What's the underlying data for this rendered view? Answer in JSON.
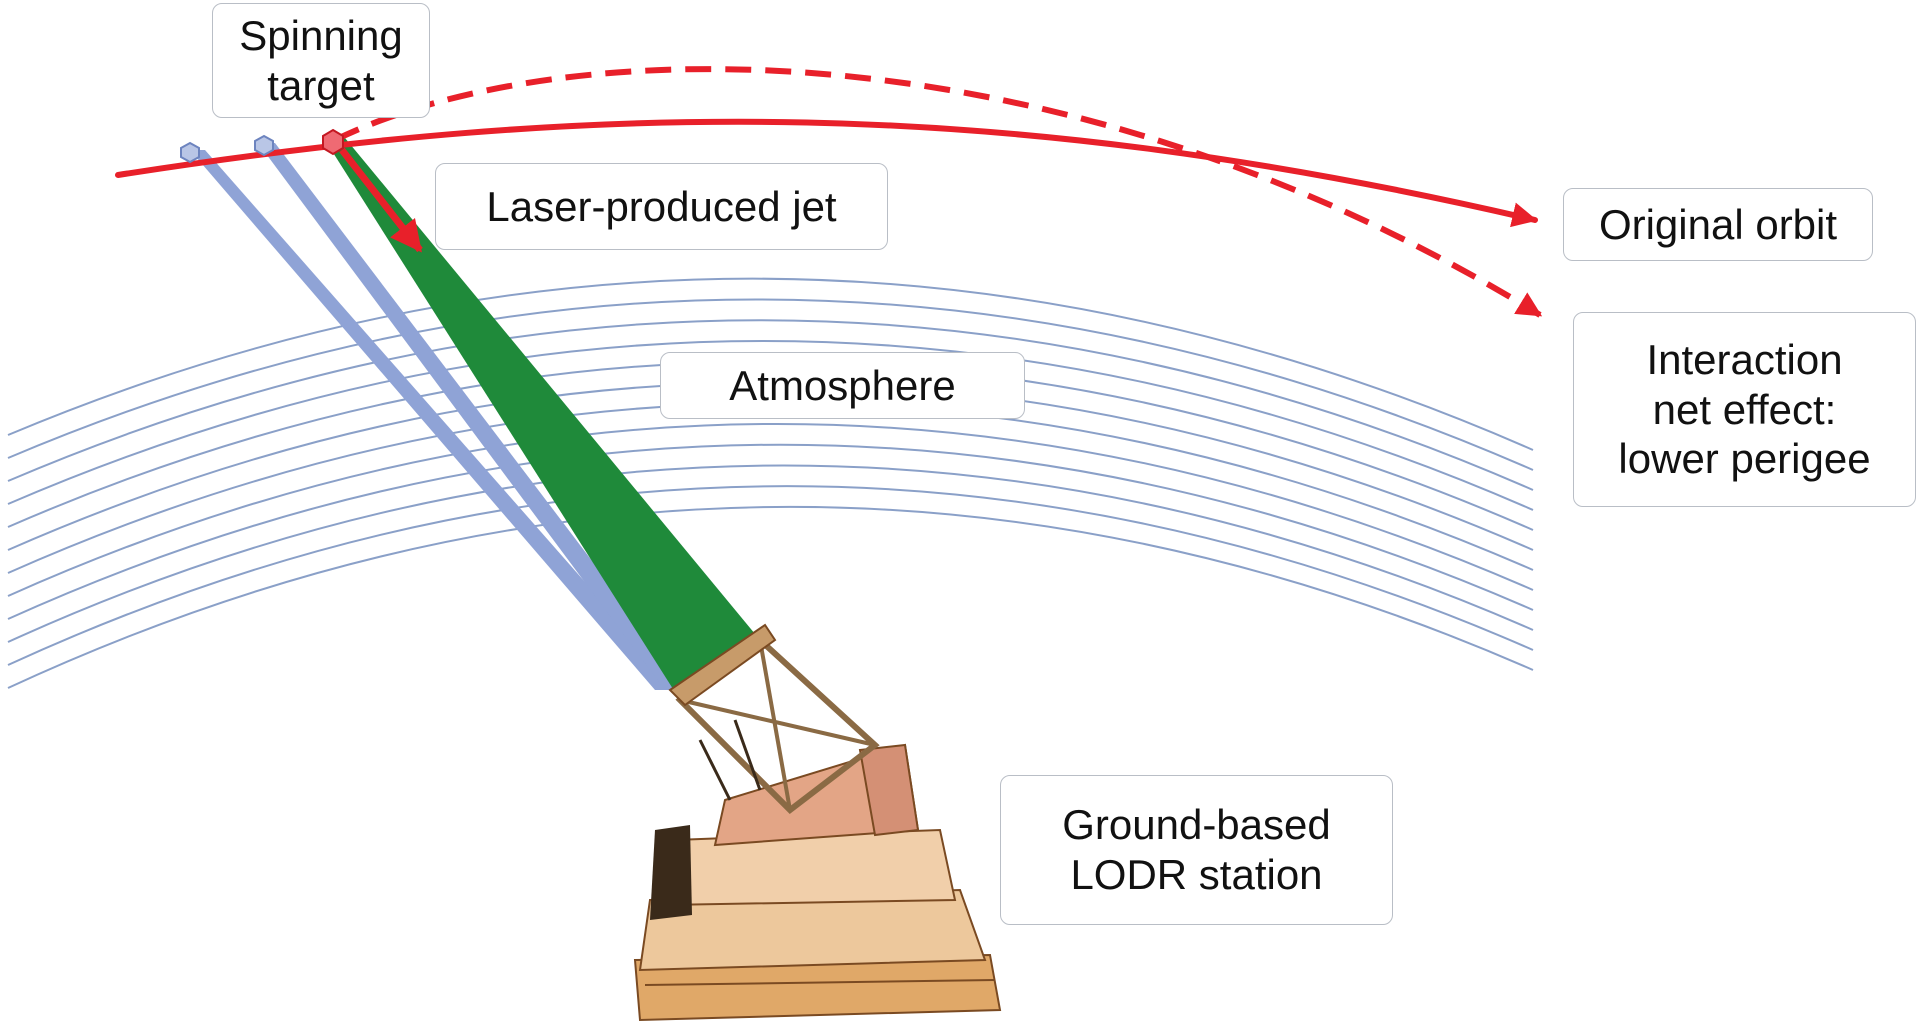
{
  "labels": {
    "spinning_target": [
      "Spinning",
      "target"
    ],
    "laser_jet": [
      "Laser-produced jet"
    ],
    "original_orbit": [
      "Original orbit"
    ],
    "interaction": [
      "Interaction",
      "net effect:",
      "lower perigee"
    ],
    "atmosphere": [
      "Atmosphere"
    ],
    "station": [
      "Ground-based",
      "LODR station"
    ]
  },
  "colors": {
    "orbit": "#e8202a",
    "laser_beam": "#1f8a3a",
    "earlier_beams": "#8fa3d6",
    "atmosphere_lines": "#8aa0c8",
    "station_body": "#e8b88f"
  },
  "icons": {
    "target": "hexagon-target-icon",
    "station": "telescope-station-icon"
  }
}
